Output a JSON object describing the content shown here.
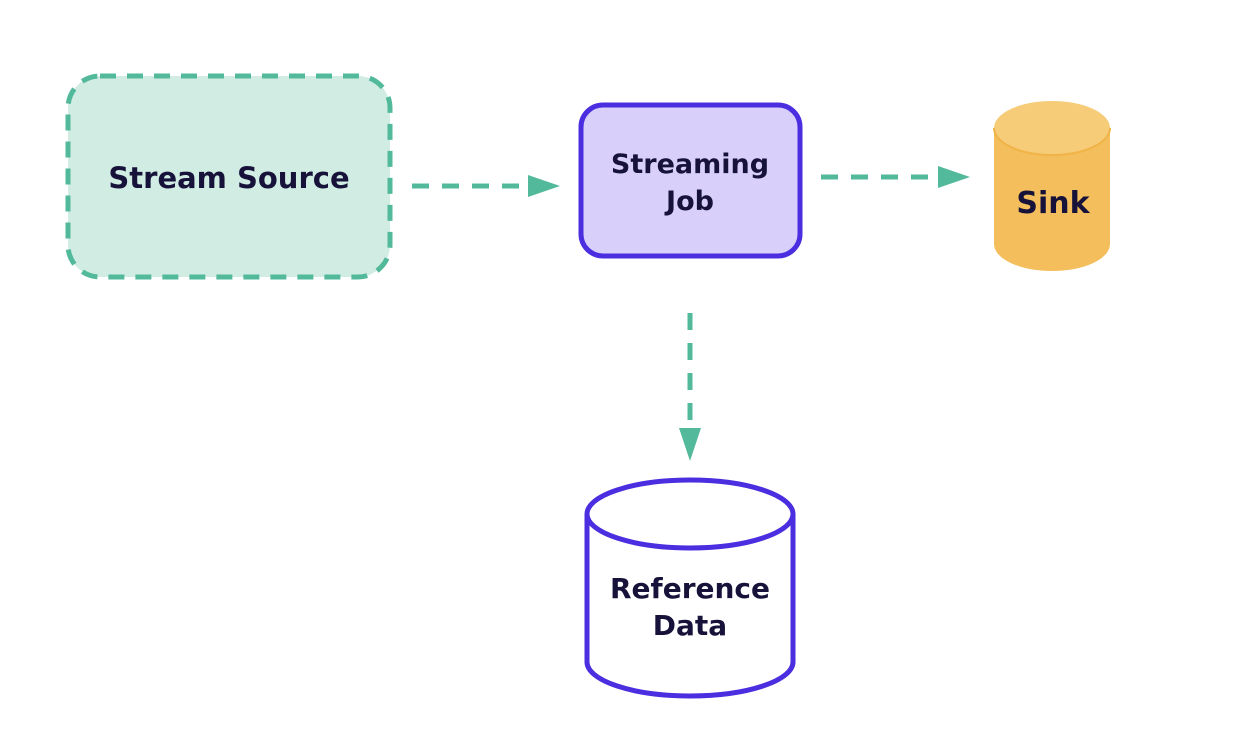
{
  "nodes": {
    "stream_source": {
      "label": "Stream Source"
    },
    "streaming_job": {
      "label_line1": "Streaming",
      "label_line2": "Job"
    },
    "sink": {
      "label": "Sink"
    },
    "reference_data": {
      "label_line1": "Reference",
      "label_line2": "Data"
    }
  },
  "colors": {
    "teal": "#52b99a",
    "teal_fill": "#d1ece3",
    "purple": "#4b2ee0",
    "purple_fill": "#d8d0fb",
    "orange": "#f3be5b",
    "orange_top": "#f6cc79",
    "text_dark": "#16123a"
  },
  "edges": [
    {
      "from": "Stream Source",
      "to": "Streaming Job",
      "style": "dashed"
    },
    {
      "from": "Streaming Job",
      "to": "Sink",
      "style": "dashed"
    },
    {
      "from": "Streaming Job",
      "to": "Reference Data",
      "style": "dashed"
    }
  ]
}
